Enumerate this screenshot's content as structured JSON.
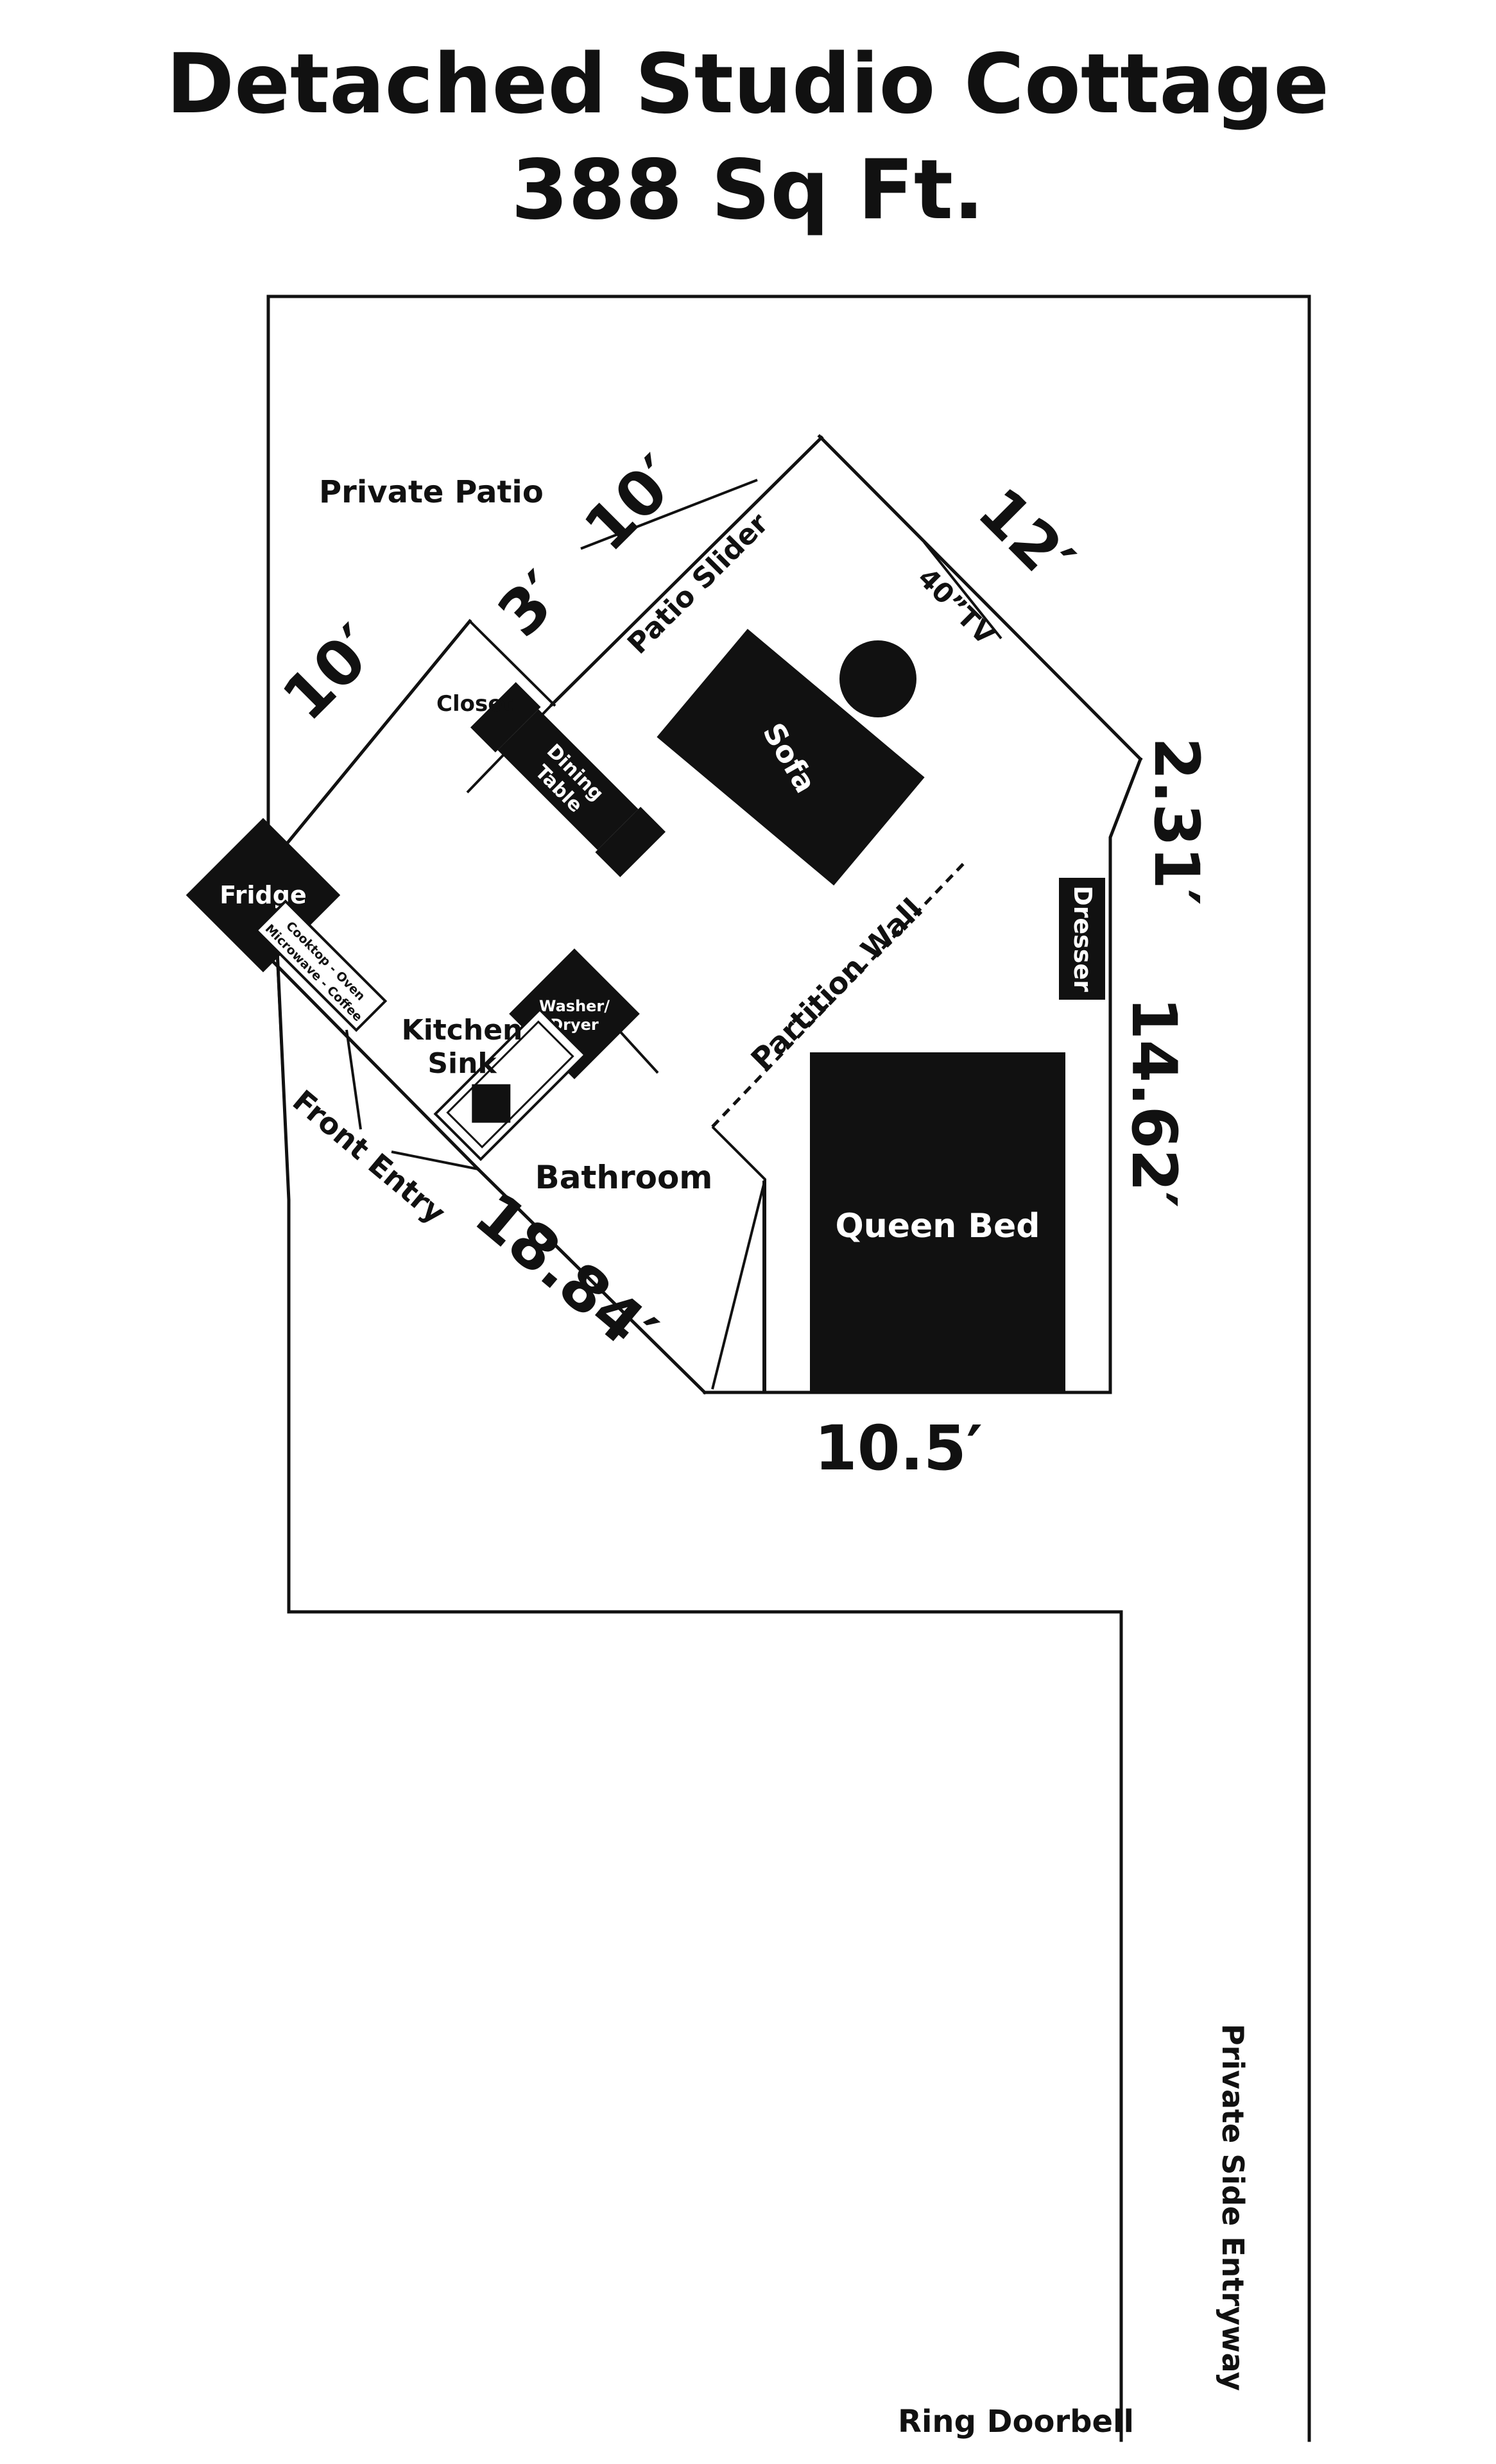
{
  "title": {
    "line1": "Detached Studio Cottage",
    "line2": "388 Sq Ft."
  },
  "areas": {
    "private_patio": "Private Patio",
    "closet": "Closet",
    "kitchen_sink": [
      "Kitchen",
      "Sink"
    ],
    "bathroom": "Bathroom",
    "front_entry": "Front Entry",
    "private_side_entryway": "Private Side Entryway",
    "ring_doorbell": "Ring Doorbell",
    "patio_slider": "Patio Slider",
    "partition_wall": "Partition Wall"
  },
  "furniture": {
    "fridge": "Fridge",
    "appliances": [
      "Cooktop - Oven",
      "Microwave - Coffee"
    ],
    "washer_dryer": [
      "Washer/",
      "Dryer"
    ],
    "dining_table": [
      "Dining",
      "Table"
    ],
    "sofa": "Sofa",
    "tv": "40”TV",
    "dresser": "Dresser",
    "queen_bed": "Queen Bed"
  },
  "dimensions": {
    "patio_10": "10′",
    "closet_3": "3′",
    "left_10": "10′",
    "top_12": "12′",
    "angle_2_31": "2.31′",
    "right_14_62": "14.62′",
    "bottom_10_5": "10.5′",
    "diag_18_84": "18.84′"
  },
  "colors": {
    "ink": "#111111",
    "paper": "#ffffff"
  }
}
